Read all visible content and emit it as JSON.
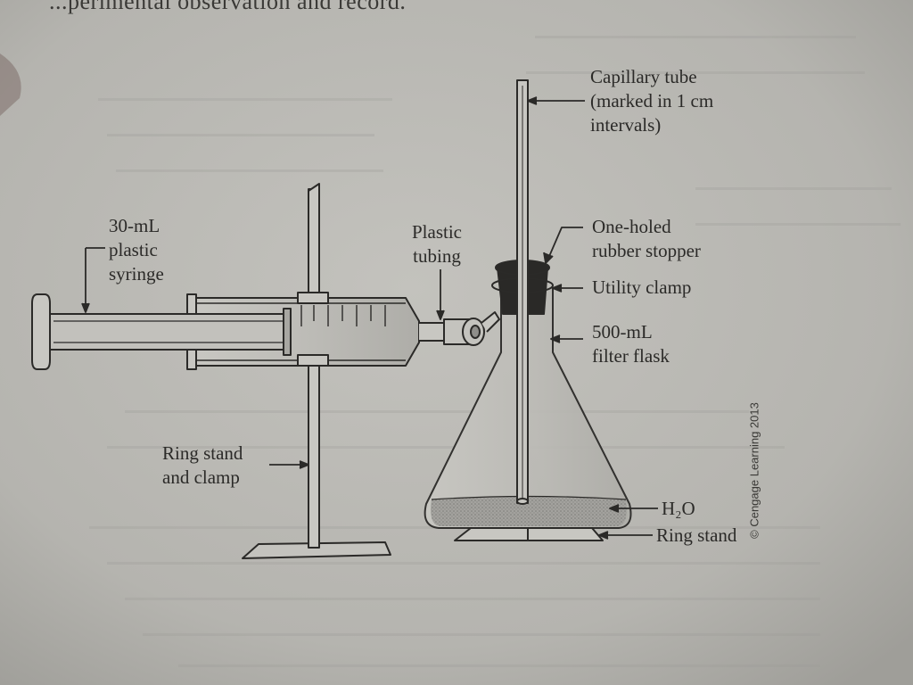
{
  "page": {
    "header_fragment": "...perimental observation and record."
  },
  "labels": {
    "syringe": [
      "30-mL",
      "plastic",
      "syringe"
    ],
    "tubing": [
      "Plastic",
      "tubing"
    ],
    "capillary": [
      "Capillary tube",
      "(marked in 1 cm",
      "intervals)"
    ],
    "stopper": [
      "One-holed",
      "rubber stopper"
    ],
    "clamp": [
      "Utility clamp"
    ],
    "flask": [
      "500-mL",
      "filter flask"
    ],
    "ringstand_clamp": [
      "Ring stand",
      "and clamp"
    ],
    "water": "H₂O",
    "ringstand": "Ring stand"
  },
  "copyright": "© Cengage Learning 2013",
  "colors": {
    "paper": "#bdbcb7",
    "ink": "#2b2a28",
    "stopper": "#2a2927",
    "water": "#9a9995"
  }
}
